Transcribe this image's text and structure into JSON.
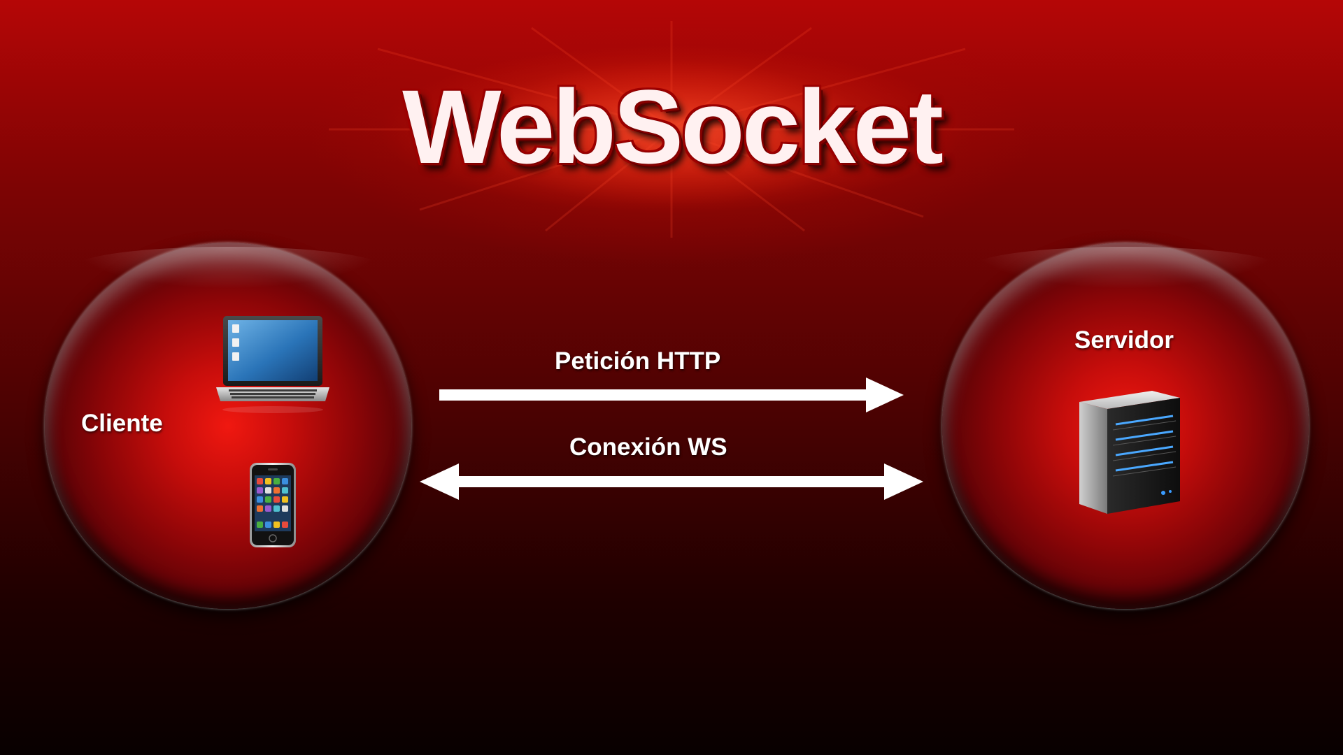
{
  "title": "WebSocket",
  "client": {
    "label": "Cliente",
    "devices": [
      "laptop-icon",
      "smartphone-icon"
    ]
  },
  "server": {
    "label": "Servidor",
    "device": "server-tower-icon"
  },
  "connections": [
    {
      "label": "Petición HTTP",
      "direction": "client-to-server"
    },
    {
      "label": "Conexión WS",
      "direction": "bidirectional"
    }
  ],
  "colors": {
    "accent": "#c60d0b",
    "background_dark": "#080000",
    "arrow": "#ffffff",
    "text": "#ffffff"
  }
}
